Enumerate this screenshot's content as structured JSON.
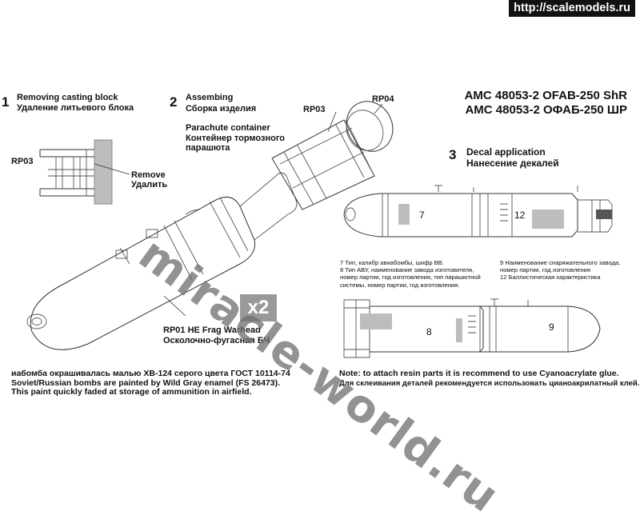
{
  "site_url": "http://scalemodels.ru",
  "title": {
    "line1": "AMC 48053-2 OFAB-250 ShR",
    "line2": "АМС 48053-2 ОФАБ-250 ШР"
  },
  "step1": {
    "num": "1",
    "en": "Removing casting block",
    "ru": "Удаление литьевого блока",
    "part": "RP03",
    "remove_en": "Remove",
    "remove_ru": "Удалить"
  },
  "step2": {
    "num": "2",
    "en": "Assembing",
    "ru": "Сборка изделия",
    "para_en": "Parachute container",
    "para_ru1": "Контейнер тормозного",
    "para_ru2": "парашюта",
    "part_a": "RP03",
    "part_b": "RP04",
    "warhead_en": "RP01 HE Frag  Warhead",
    "warhead_ru": "Осколочно-фугасная БЧ",
    "qty": "x2"
  },
  "step3": {
    "num": "3",
    "en": "Decal application",
    "ru": "Нанесение декалей",
    "decal_7": "7",
    "decal_12": "12",
    "decal_8": "8",
    "decal_9": "9",
    "legend_left": [
      "7 Тип, калибр авиабомбы, шифр ВВ.",
      "8 Тип АВУ, наименование завода изготовителя,",
      "номер партии, год изготовления, тип парашютной",
      "системы, номер партии, год изготовления."
    ],
    "legend_right": [
      "9 Наименование снаряжательного завода,",
      "номер партии, год изготовления",
      "12 Баллистическая характеристика"
    ]
  },
  "paint_note": {
    "ru": "иабомба окрашивалась малью ХВ-124 серого цвета ГОСТ 10114-74",
    "en1": "Soviet/Russian bombs are painted by Wild Gray enamel (FS 26473).",
    "en2": "This paint quickly faded at storage of ammunition in airfield."
  },
  "glue_note": {
    "en": "Note: to attach resin parts it is recommend to use Cyanoacrylate glue.",
    "ru": "Для склеивания деталей рекомендуется использовать цианоакрилатный клей."
  },
  "watermark": "miracle-world.ru"
}
